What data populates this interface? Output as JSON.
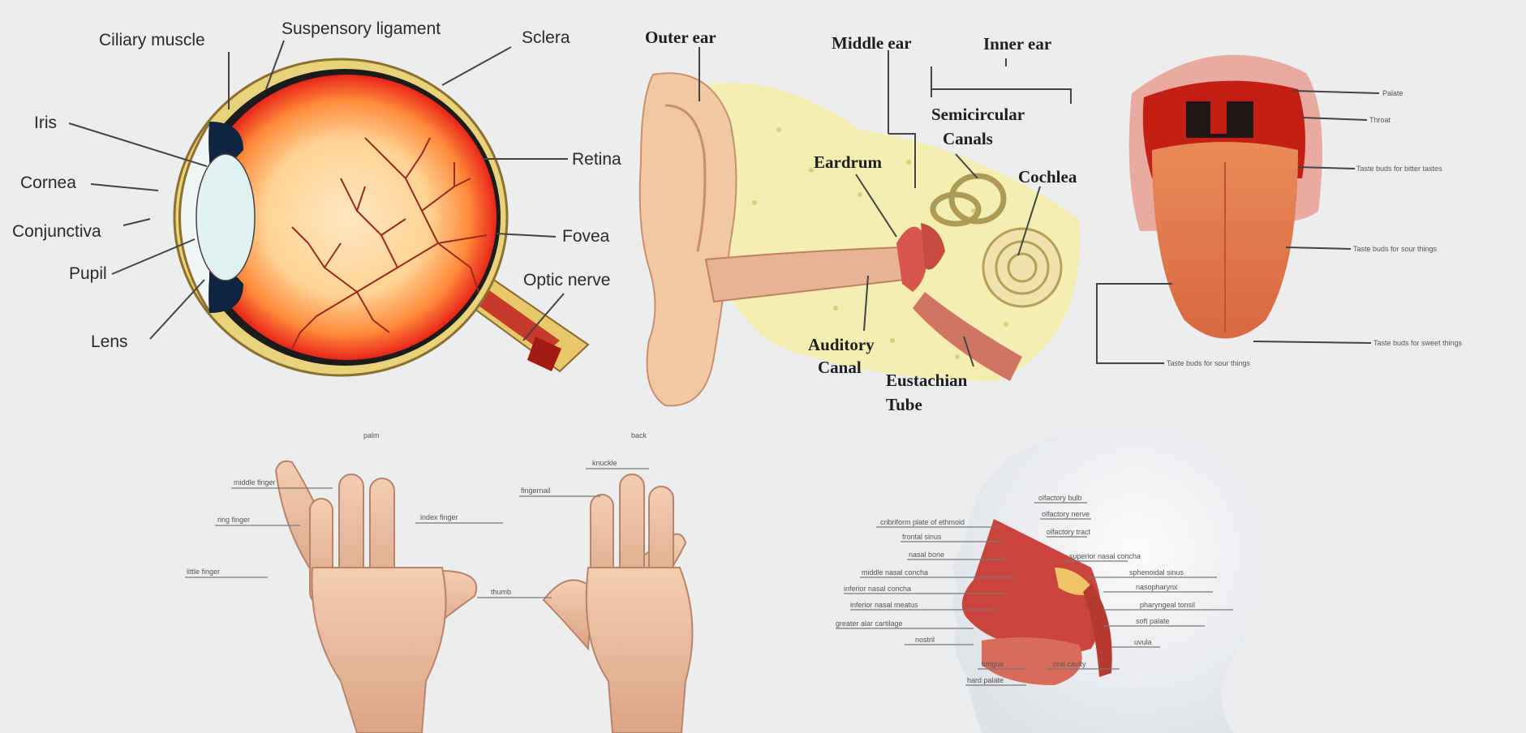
{
  "eye": {
    "labels": {
      "ciliary_muscle": "Ciliary muscle",
      "suspensory_ligament": "Suspensory ligament",
      "sclera": "Sclera",
      "iris": "Iris",
      "cornea": "Cornea",
      "conjunctiva": "Conjunctiva",
      "pupil": "Pupil",
      "lens": "Lens",
      "retina": "Retina",
      "fovea": "Fovea",
      "optic_nerve": "Optic nerve"
    }
  },
  "ear": {
    "labels": {
      "outer_ear": "Outer ear",
      "middle_ear": "Middle ear",
      "inner_ear": "Inner ear",
      "semicircular_1": "Semicircular",
      "semicircular_2": "Canals",
      "eardrum": "Eardrum",
      "cochlea": "Cochlea",
      "auditory_1": "Auditory",
      "auditory_2": "Canal",
      "eustachian_1": "Eustachian",
      "eustachian_2": "Tube"
    }
  },
  "tongue": {
    "labels": {
      "l1": "Palate",
      "l2": "Throat",
      "l3": "Taste buds for bitter tastes",
      "l4": "Taste buds for sour things",
      "l5": "Taste buds for sweet things",
      "l6": "Taste buds for sour things"
    }
  },
  "hands": {
    "palm_title": "palm",
    "back_title": "back",
    "palm_labels": {
      "middle_finger": "middle finger",
      "ring_finger": "ring finger",
      "little_finger": "little finger",
      "index_finger": "index finger",
      "thumb": "thumb"
    },
    "back_labels": {
      "knuckle": "knuckle",
      "fingernail": "fingernail"
    }
  },
  "nose": {
    "labels": {
      "r1": "olfactory bulb",
      "r2": "olfactory nerve",
      "r3": "olfactory tract",
      "r4": "superior nasal concha",
      "r5": "sphenoidal sinus",
      "r6": "nasopharynx",
      "r7": "pharyngeal tonsil",
      "r8": "soft palate",
      "r9": "uvula",
      "l1": "cribriform plate of ethmoid",
      "l2": "frontal sinus",
      "l3": "nasal bone",
      "l4": "middle nasal concha",
      "l5": "inferior nasal concha",
      "l6": "inferior nasal meatus",
      "l7": "greater alar cartilage",
      "l8": "nostril",
      "b1": "tongue",
      "b2": "oral cavity",
      "b3": "hard palate"
    }
  }
}
